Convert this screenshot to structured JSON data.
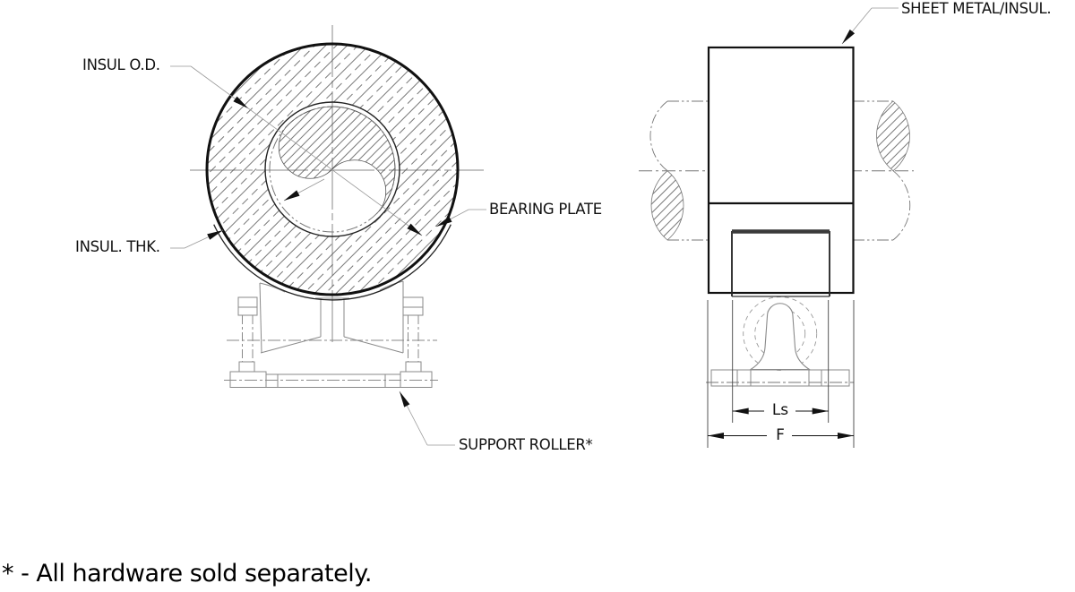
{
  "front_view": {
    "labels": {
      "insul_od": "INSUL O.D.",
      "insul_thk": "INSUL. THK.",
      "bearing_plate": "BEARING PLATE",
      "support_roller": "SUPPORT ROLLER*"
    }
  },
  "side_view": {
    "labels": {
      "sheet_metal": "SHEET METAL/INSUL."
    },
    "dimensions": {
      "roller_length": "Ls",
      "face_width": "F"
    }
  },
  "footnote": "* - All hardware sold separately.",
  "colors": {
    "object_line": "#1a1a1a",
    "thin_line": "#333333",
    "reference_line": "#8a8a8a",
    "center_line": "#888888",
    "hatch_line": "#4a4a4a",
    "background": "#ffffff"
  }
}
